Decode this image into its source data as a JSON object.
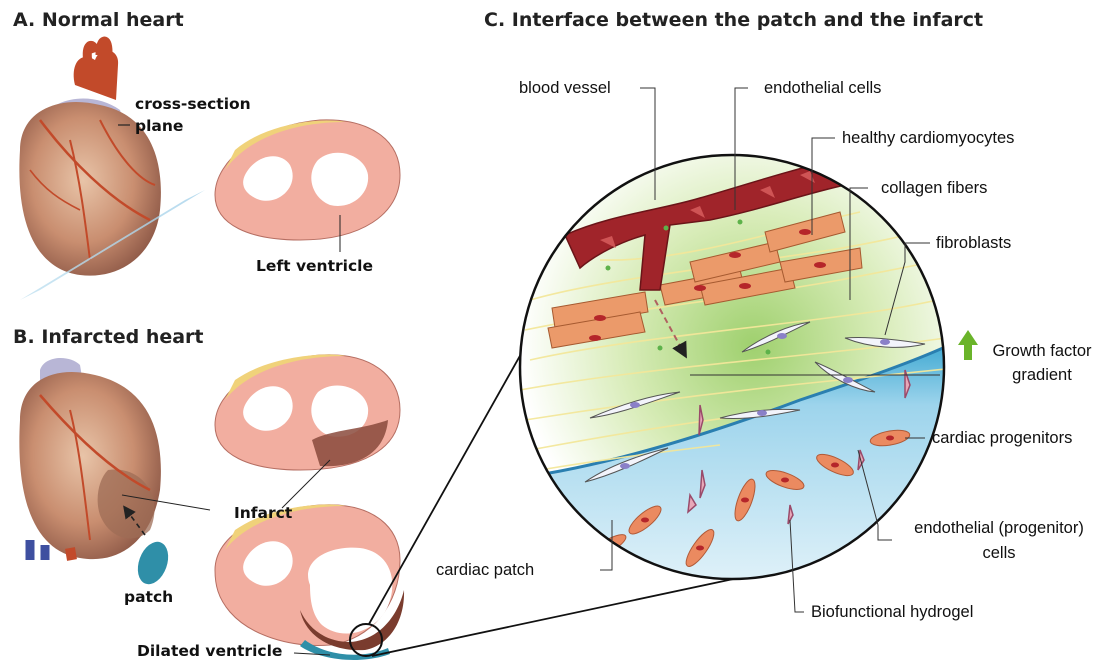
{
  "panels": {
    "a_title": "A. Normal heart",
    "b_title": "B. Infarcted heart",
    "c_title": "C. Interface between the patch and the infarct"
  },
  "labels_a": {
    "cross_section_line1": "cross-section",
    "cross_section_line2": "plane",
    "left_ventricle": "Left ventricle"
  },
  "labels_b": {
    "infarct": "Infarct",
    "patch": "patch",
    "dilated_ventricle": "Dilated ventricle"
  },
  "labels_c": {
    "blood_vessel": "blood vessel",
    "endothelial_cells": "endothelial cells",
    "healthy_cardiomyocytes": "healthy cardiomyocytes",
    "collagen_fibers": "collagen fibers",
    "fibroblasts": "fibroblasts",
    "growth_factor_line1": "Growth factor",
    "growth_factor_line2": "gradient",
    "cardiac_progenitors": "cardiac progenitors",
    "endothelial_progenitor_line1": "endothelial (progenitor)",
    "endothelial_progenitor_line2": "cells",
    "cardiac_patch": "cardiac patch",
    "hydrogel": "Biofunctional hydrogel"
  },
  "colors": {
    "myocardium": "#f2aea0",
    "fat": "#f0d27a",
    "infarct": "#8a4a3c",
    "patch": "#2f8fa8",
    "vessel": "#a0242a",
    "hydrogel": "#bfe3f2",
    "cardiomyocyte": "#eb9a6a",
    "arrow": "#6ab42a"
  }
}
